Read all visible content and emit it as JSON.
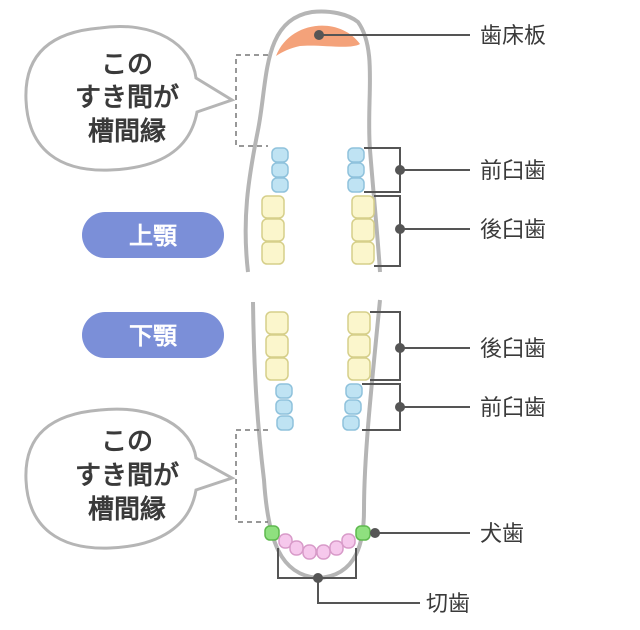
{
  "labels": {
    "palatine_plate": "歯床板",
    "upper_premolar": "前臼歯",
    "upper_molar": "後臼歯",
    "lower_molar": "後臼歯",
    "lower_premolar": "前臼歯",
    "canine": "犬歯",
    "incisor": "切歯"
  },
  "pills": {
    "upper_jaw": "上顎",
    "lower_jaw": "下顎"
  },
  "bubbles": {
    "upper": [
      "この",
      "すき間が",
      "槽間縁"
    ],
    "lower": [
      "この",
      "すき間が",
      "槽間縁"
    ]
  },
  "colors": {
    "outline": "#b5b5b5",
    "line": "#555555",
    "pill": "#7b8fd8",
    "palate": "#f4a27a",
    "premolar": "#bfe3f3",
    "molar": "#fbf6cc",
    "incisor": "#f6c8ec",
    "canine": "#8fe07f"
  }
}
